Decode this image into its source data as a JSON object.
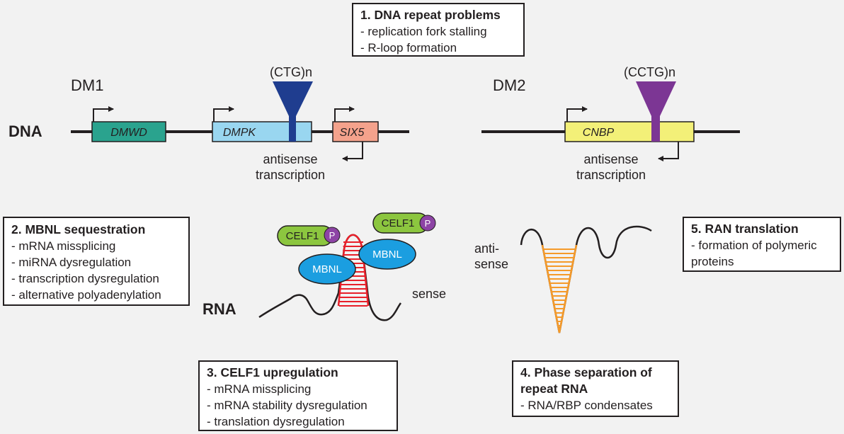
{
  "colors": {
    "background": "#f2f2f2",
    "dmwd": "#2aa38e",
    "dmpk": "#99d6f0",
    "six5": "#f4a28c",
    "cnbp": "#f3f078",
    "ctg_repeat": "#1f3d8f",
    "cctg_repeat": "#7c3694",
    "celf1": "#8cc63f",
    "mbnl": "#1b9ee0",
    "phospho": "#8d44a5",
    "sense_hairpin": "#e8202a",
    "antisense_hairpin": "#f59a2a"
  },
  "labels": {
    "dm1": "DM1",
    "dm2": "DM2",
    "dna": "DNA",
    "rna": "RNA",
    "ctg": "(CTG)n",
    "cctg": "(CCTG)n",
    "antisense_dm1": [
      "antisense",
      "transcription"
    ],
    "antisense_dm2": [
      "antisense",
      "transcription"
    ],
    "sense": "sense",
    "anti_sense": [
      "anti-",
      "sense"
    ]
  },
  "genes": {
    "dmwd": "DMWD",
    "dmpk": "DMPK",
    "six5": "SIX5",
    "cnbp": "CNBP"
  },
  "proteins": {
    "celf1": "CELF1",
    "phospho": "P",
    "mbnl": "MBNL"
  },
  "boxes": {
    "box1": {
      "title": "1. DNA repeat problems",
      "items": [
        "replication fork stalling",
        "R-loop formation"
      ]
    },
    "box2": {
      "title": "2. MBNL sequestration",
      "items": [
        "mRNA missplicing",
        "miRNA dysregulation",
        "transcription dysregulation",
        "alternative polyadenylation"
      ]
    },
    "box3": {
      "title": "3. CELF1 upregulation",
      "items": [
        "mRNA missplicing",
        "mRNA stability dysregulation",
        "translation dysregulation"
      ]
    },
    "box4": {
      "title": "4. Phase separation of repeat RNA",
      "items": [
        "RNA/RBP condensates"
      ]
    },
    "box5": {
      "title": "5. RAN translation",
      "items": [
        "formation of polymeric proteins"
      ]
    }
  }
}
